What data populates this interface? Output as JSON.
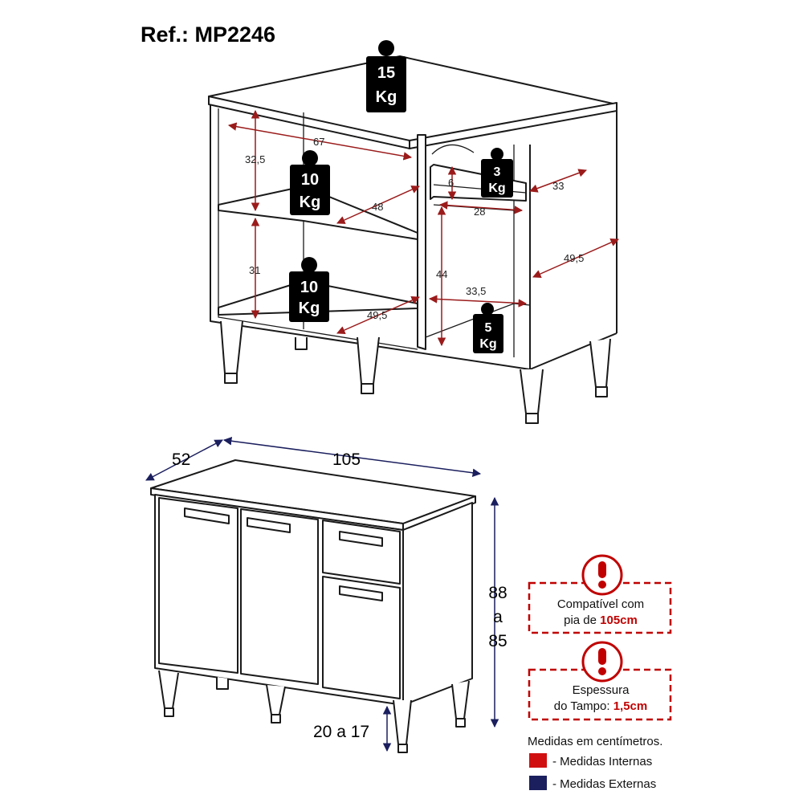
{
  "reference": "Ref.: MP2246",
  "weights": {
    "top": {
      "value": "15",
      "unit": "Kg"
    },
    "upper_shelf": {
      "value": "10",
      "unit": "Kg"
    },
    "bottom_shelf": {
      "value": "10",
      "unit": "Kg"
    },
    "drawer": {
      "value": "3",
      "unit": "Kg"
    },
    "right_bottom": {
      "value": "5",
      "unit": "Kg"
    }
  },
  "internal_dimensions": {
    "left_width": "67",
    "left_upper_height": "32,5",
    "upper_shelf_depth": "48",
    "left_lower_height": "31",
    "bottom_depth": "49,5",
    "drawer_height": "6",
    "drawer_depth": "33",
    "drawer_width": "28",
    "right_height": "44",
    "right_depth": "49,5",
    "right_width": "33,5"
  },
  "external_dimensions": {
    "depth": "52",
    "width": "105",
    "height": [
      "88",
      "a",
      "85"
    ],
    "feet_height": "20 a 17"
  },
  "notices": [
    {
      "line1": "Compatível com",
      "line2_prefix": "pia de ",
      "line2_bold": "105cm"
    },
    {
      "line1": "Espessura",
      "line2_prefix": "do Tampo: ",
      "line2_bold": "1,5cm"
    }
  ],
  "legend": {
    "title": "Medidas em centímetros.",
    "items": [
      {
        "label": "- Medidas Internas",
        "color": "#d01010"
      },
      {
        "label": "- Medidas Externas",
        "color": "#1b1f5e"
      }
    ]
  },
  "colors": {
    "internal": "#9b1b1b",
    "external": "#1b1f5e",
    "notice": "#c00000",
    "weight_fill": "#000000"
  }
}
